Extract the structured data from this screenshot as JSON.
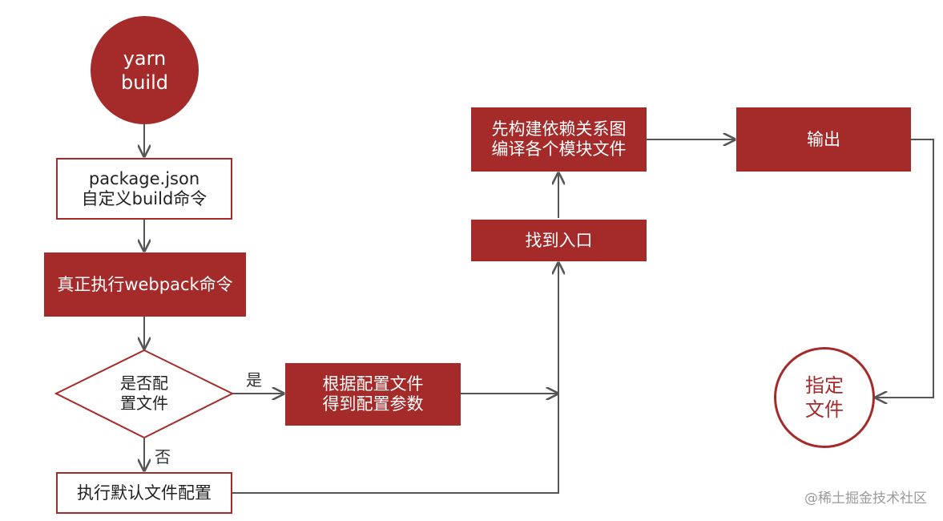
{
  "colors": {
    "brand": "#A52A2A",
    "line": "#555555"
  },
  "nodes": {
    "start": "yarn\nbuild",
    "package_json": "package.json\n自定义build命令",
    "run_webpack": "真正执行webpack命令",
    "has_config": "是否配\n置文件",
    "read_config": "根据配置文件\n得到配置参数",
    "default_config": "执行默认文件配置",
    "find_entry": "找到入口",
    "build_graph": "先构建依赖关系图\n编译各个模块文件",
    "output": "输出",
    "end": "指定\n文件"
  },
  "edge_labels": {
    "yes": "是",
    "no": "否"
  },
  "watermark": "@稀土掘金技术社区"
}
